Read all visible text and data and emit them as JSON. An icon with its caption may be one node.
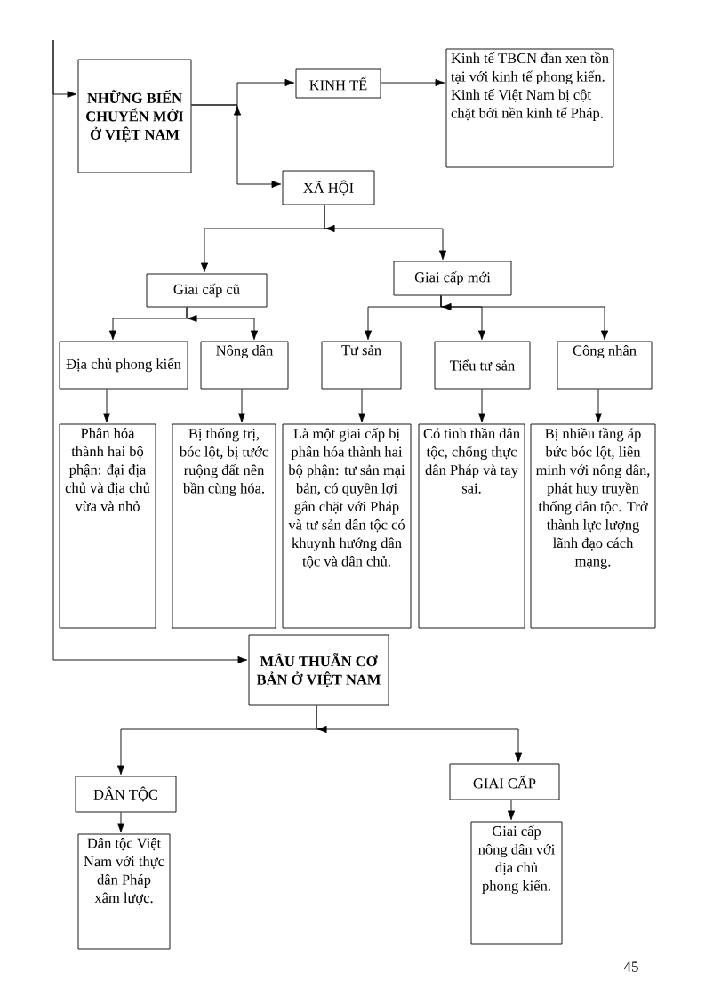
{
  "diagram": {
    "nodes": [
      {
        "text": [
          "NHỮNG BIẾN CHUYỂN MỚI Ở VIỆT NAM"
        ]
      },
      {
        "text": [
          "KINH TẾ"
        ]
      },
      {
        "text": [
          "Kinh tế TBCN đan xen tồn tại với kinh tế phong kiến. Kinh tế Việt Nam bị cột chặt bởi nền kinh tế Pháp."
        ]
      },
      {
        "text": [
          "XÃ HỘI"
        ]
      },
      {
        "text": [
          "Giai cấp cũ"
        ]
      },
      {
        "text": [
          "Giai cấp mới"
        ]
      },
      {
        "text": [
          "Địa chủ phong kiến"
        ]
      },
      {
        "text": [
          "Nông dân"
        ]
      },
      {
        "text": [
          "Tư sản"
        ]
      },
      {
        "text": [
          "Tiểu tư sản"
        ]
      },
      {
        "text": [
          "Công nhân"
        ]
      },
      {
        "text": [
          "Phân hóa thành hai bộ phận: đại địa chủ và địa chủ vừa và nhỏ"
        ]
      },
      {
        "text": [
          "Bị thống trị, bóc lột, bị tước ruộng đất nên bần cùng hóa."
        ]
      },
      {
        "text": [
          "Là một giai cấp bị phân hóa thành hai bộ phận: tư sản mại bản, có quyền lợi gắn chặt với Pháp và tư sản dân tộc có khuynh hướng dân tộc và dân chủ."
        ]
      },
      {
        "text": [
          "Có tinh thần dân tộc, chống thực dân Pháp và tay sai."
        ]
      },
      {
        "text": [
          "Bị nhiều tầng áp bức bóc lột, liên minh với nông dân, phát huy truyền thống dân tộc. Trở thành lực lượng lãnh đạo cách mạng."
        ]
      },
      {
        "text": [
          "MÂU THUẪN CƠ BẢN Ở VIỆT NAM"
        ]
      },
      {
        "text": [
          "DÂN TỘC"
        ]
      },
      {
        "text": [
          "GIAI CẤP"
        ]
      },
      {
        "text": [
          "Dân tộc Việt Nam với thực dân Pháp xâm lược."
        ]
      },
      {
        "text": [
          "Giai cấp nông dân với địa chủ phong kiến."
        ]
      }
    ],
    "edges": [
      {
        "from": null,
        "to": 0,
        "arrow": "to"
      },
      {
        "from": 0,
        "to": 1,
        "arrow": "to"
      },
      {
        "from": 0,
        "to": 3,
        "arrow": "to"
      },
      {
        "from": 1,
        "to": 2,
        "arrow": "to"
      },
      {
        "from": 3,
        "to": 4,
        "arrow": "to"
      },
      {
        "from": 3,
        "to": 5,
        "arrow": "to"
      },
      {
        "from": 4,
        "to": 6,
        "arrow": "to"
      },
      {
        "from": 4,
        "to": 7,
        "arrow": "to"
      },
      {
        "from": 5,
        "to": 8,
        "arrow": "to"
      },
      {
        "from": 5,
        "to": 9,
        "arrow": "to"
      },
      {
        "from": 5,
        "to": 10,
        "arrow": "to"
      },
      {
        "from": 6,
        "to": 11,
        "arrow": "to"
      },
      {
        "from": 7,
        "to": 12,
        "arrow": "to"
      },
      {
        "from": 8,
        "to": 13,
        "arrow": "to"
      },
      {
        "from": 9,
        "to": 14,
        "arrow": "to"
      },
      {
        "from": 10,
        "to": 15,
        "arrow": "to"
      },
      {
        "from": null,
        "to": 16,
        "arrow": "to"
      },
      {
        "from": 16,
        "to": 17,
        "arrow": "to"
      },
      {
        "from": 16,
        "to": 18,
        "arrow": "to"
      },
      {
        "from": 17,
        "to": 19,
        "arrow": "to"
      },
      {
        "from": 18,
        "to": 20,
        "arrow": "to"
      }
    ],
    "labels": [
      "45"
    ]
  }
}
